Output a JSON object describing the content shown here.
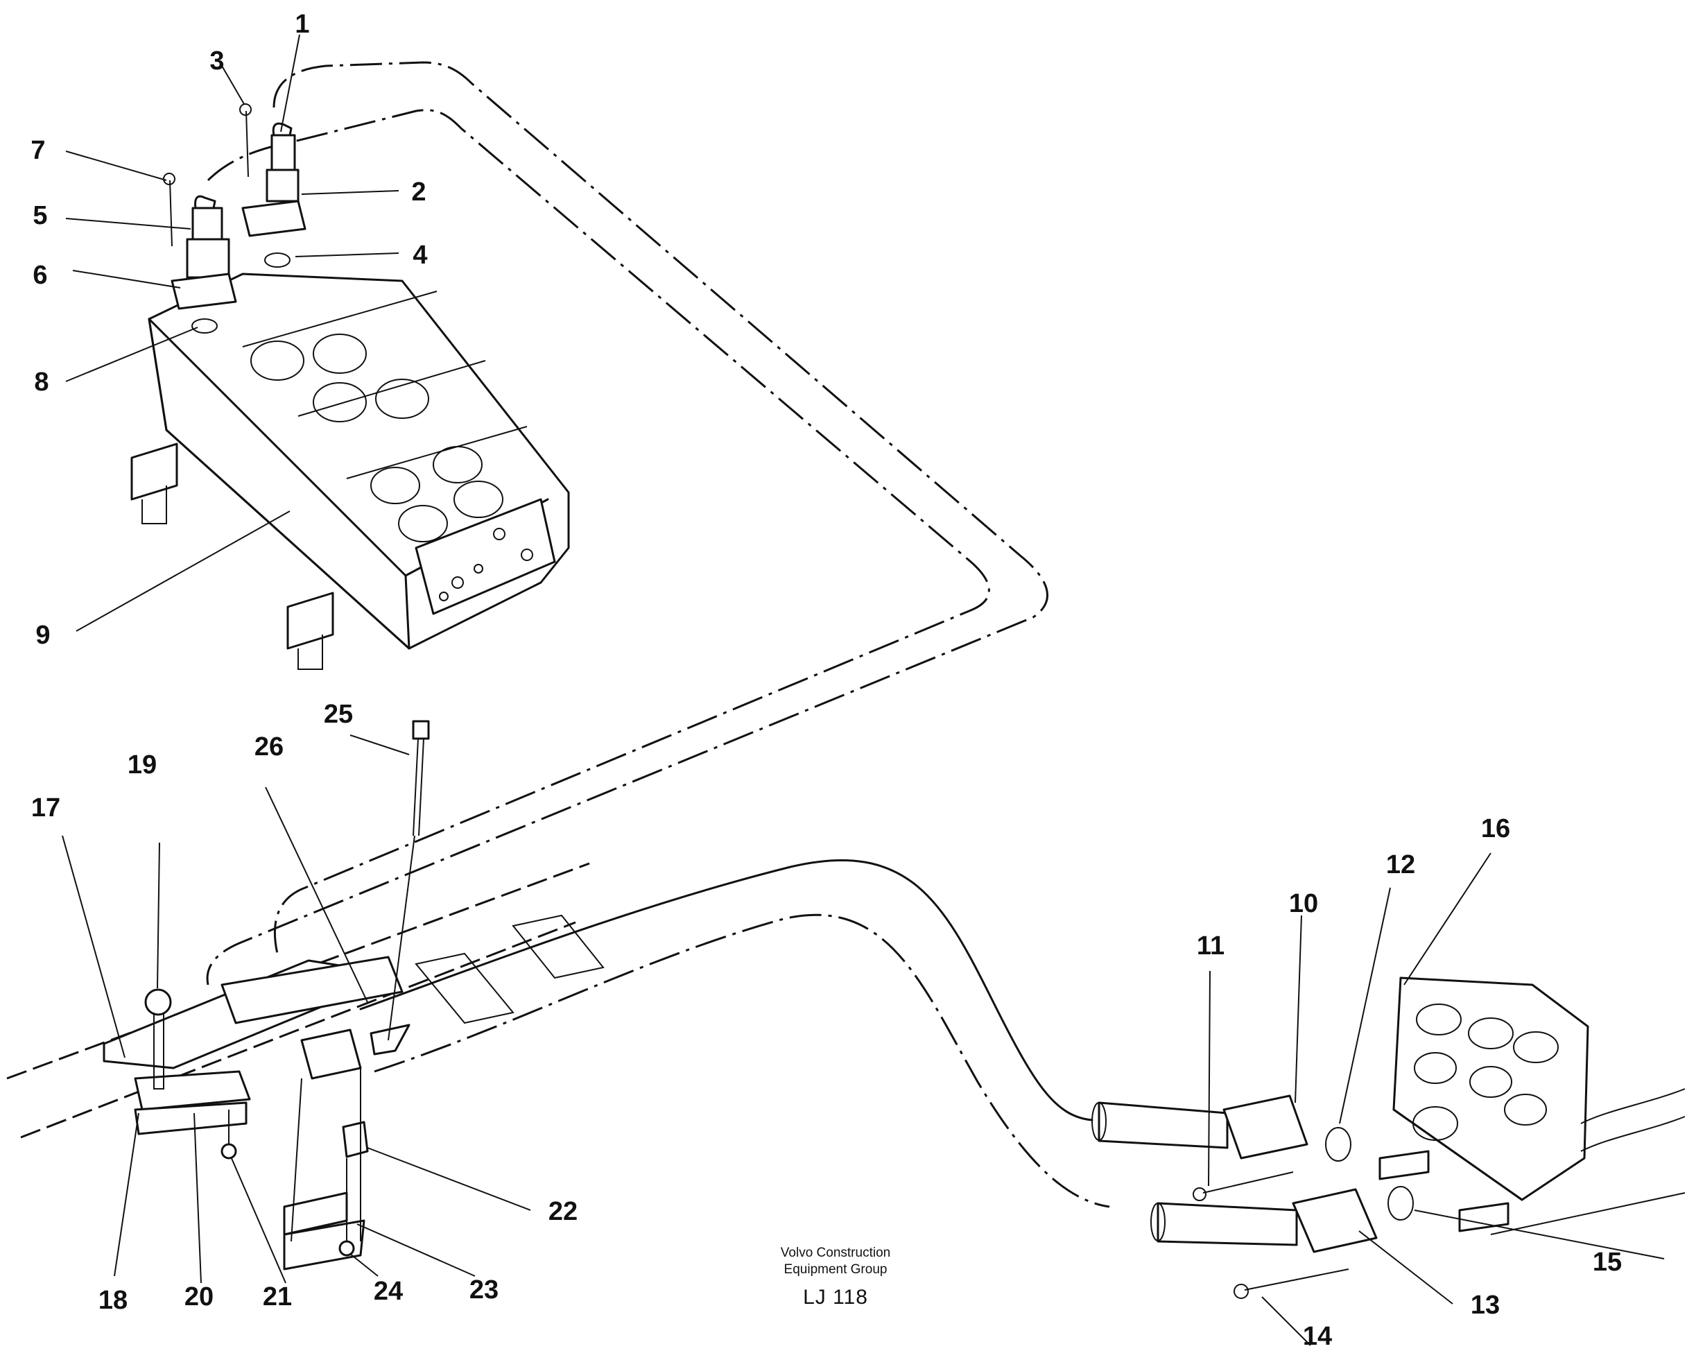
{
  "title": "",
  "callouts": [
    "1",
    "2",
    "3",
    "4",
    "5",
    "6",
    "7",
    "8",
    "9",
    "10",
    "11",
    "12",
    "13",
    "14",
    "15",
    "16",
    "17",
    "18",
    "19",
    "20",
    "21",
    "22",
    "23",
    "24",
    "25",
    "26"
  ],
  "credit": {
    "line1": "Volvo Construction",
    "line2": "Equipment Group",
    "code": "LJ 118"
  }
}
